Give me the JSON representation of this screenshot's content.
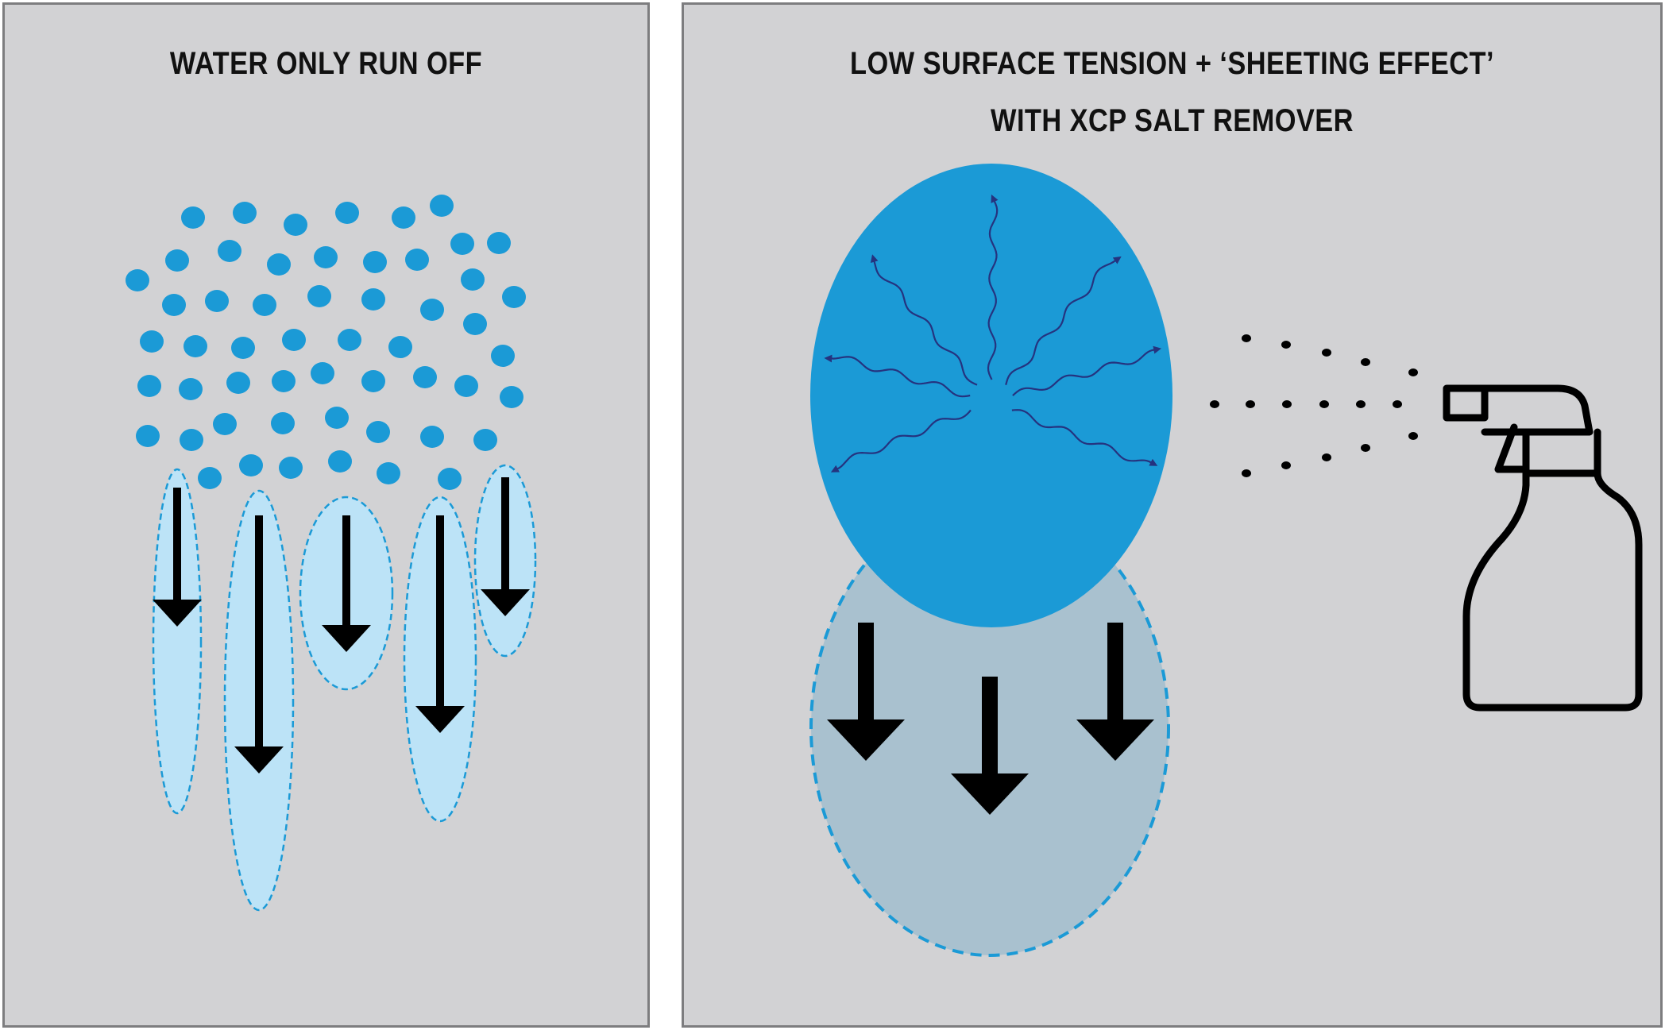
{
  "left_panel": {
    "title": "WATER ONLY RUN OFF"
  },
  "right_panel": {
    "title_line1": "LOW SURFACE TENSION + ‘SHEETING EFFECT’",
    "title_line2": "WITH XCP SALT REMOVER"
  },
  "colors": {
    "panel_bg": "#d2d2d4",
    "droplet": "#1b9ad6",
    "runoff_fill": "#bce3f7",
    "sheet_fill": "#1b9ad6",
    "shadow_fill": "#a9c1cf",
    "tension_arrow": "#25337f",
    "gravity_arrow": "#000000"
  },
  "icons": [
    "spray-bottle-icon"
  ]
}
